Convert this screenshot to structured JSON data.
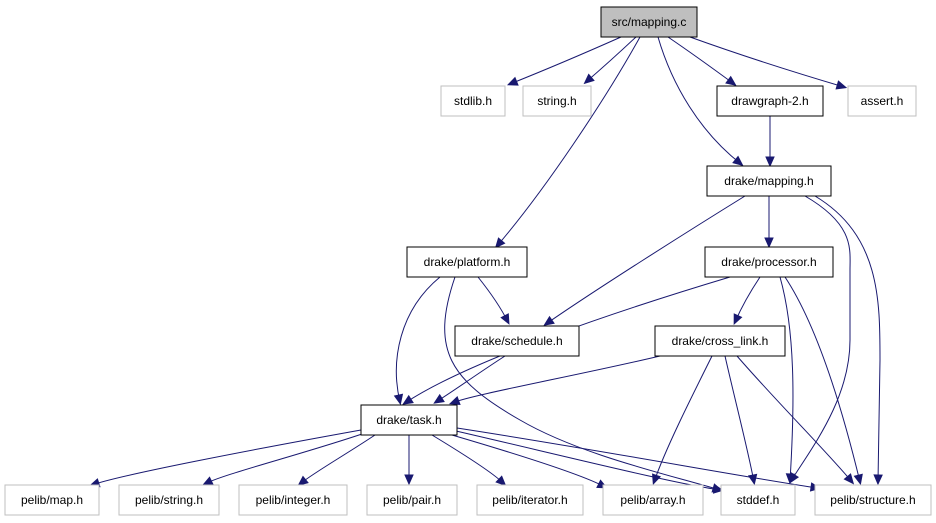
{
  "diagram": {
    "nodes": [
      {
        "id": "src_mapping_c",
        "label": "src/mapping.c",
        "style": "root"
      },
      {
        "id": "stdlib_h",
        "label": "stdlib.h",
        "style": "external"
      },
      {
        "id": "string_h",
        "label": "string.h",
        "style": "external"
      },
      {
        "id": "drawgraph_2_h",
        "label": "drawgraph-2.h",
        "style": "local"
      },
      {
        "id": "assert_h",
        "label": "assert.h",
        "style": "external"
      },
      {
        "id": "drake_mapping_h",
        "label": "drake/mapping.h",
        "style": "local"
      },
      {
        "id": "drake_platform_h",
        "label": "drake/platform.h",
        "style": "local"
      },
      {
        "id": "drake_processor_h",
        "label": "drake/processor.h",
        "style": "local"
      },
      {
        "id": "drake_schedule_h",
        "label": "drake/schedule.h",
        "style": "local"
      },
      {
        "id": "drake_cross_link_h",
        "label": "drake/cross_link.h",
        "style": "local"
      },
      {
        "id": "drake_task_h",
        "label": "drake/task.h",
        "style": "local"
      },
      {
        "id": "pelib_map_h",
        "label": "pelib/map.h",
        "style": "external"
      },
      {
        "id": "pelib_string_h",
        "label": "pelib/string.h",
        "style": "external"
      },
      {
        "id": "pelib_integer_h",
        "label": "pelib/integer.h",
        "style": "external"
      },
      {
        "id": "pelib_pair_h",
        "label": "pelib/pair.h",
        "style": "external"
      },
      {
        "id": "pelib_iterator_h",
        "label": "pelib/iterator.h",
        "style": "external"
      },
      {
        "id": "pelib_array_h",
        "label": "pelib/array.h",
        "style": "external"
      },
      {
        "id": "stddef_h",
        "label": "stddef.h",
        "style": "external"
      },
      {
        "id": "pelib_structure_h",
        "label": "pelib/structure.h",
        "style": "external"
      }
    ],
    "edges": [
      {
        "from": "src_mapping_c",
        "to": "stdlib_h"
      },
      {
        "from": "src_mapping_c",
        "to": "string_h"
      },
      {
        "from": "src_mapping_c",
        "to": "drawgraph_2_h"
      },
      {
        "from": "src_mapping_c",
        "to": "assert_h"
      },
      {
        "from": "src_mapping_c",
        "to": "drake_mapping_h"
      },
      {
        "from": "src_mapping_c",
        "to": "drake_platform_h"
      },
      {
        "from": "drawgraph_2_h",
        "to": "drake_mapping_h"
      },
      {
        "from": "drake_mapping_h",
        "to": "drake_processor_h"
      },
      {
        "from": "drake_mapping_h",
        "to": "drake_schedule_h"
      },
      {
        "from": "drake_mapping_h",
        "to": "stddef_h"
      },
      {
        "from": "drake_mapping_h",
        "to": "pelib_structure_h"
      },
      {
        "from": "drake_platform_h",
        "to": "drake_schedule_h"
      },
      {
        "from": "drake_platform_h",
        "to": "drake_task_h"
      },
      {
        "from": "drake_platform_h",
        "to": "stddef_h"
      },
      {
        "from": "drake_processor_h",
        "to": "drake_cross_link_h"
      },
      {
        "from": "drake_processor_h",
        "to": "drake_task_h"
      },
      {
        "from": "drake_processor_h",
        "to": "stddef_h"
      },
      {
        "from": "drake_processor_h",
        "to": "pelib_structure_h"
      },
      {
        "from": "drake_schedule_h",
        "to": "drake_task_h"
      },
      {
        "from": "drake_cross_link_h",
        "to": "drake_task_h"
      },
      {
        "from": "drake_cross_link_h",
        "to": "pelib_array_h"
      },
      {
        "from": "drake_cross_link_h",
        "to": "stddef_h"
      },
      {
        "from": "drake_cross_link_h",
        "to": "pelib_structure_h"
      },
      {
        "from": "drake_task_h",
        "to": "pelib_map_h"
      },
      {
        "from": "drake_task_h",
        "to": "pelib_string_h"
      },
      {
        "from": "drake_task_h",
        "to": "pelib_integer_h"
      },
      {
        "from": "drake_task_h",
        "to": "pelib_pair_h"
      },
      {
        "from": "drake_task_h",
        "to": "pelib_iterator_h"
      },
      {
        "from": "drake_task_h",
        "to": "pelib_array_h"
      },
      {
        "from": "drake_task_h",
        "to": "stddef_h"
      },
      {
        "from": "drake_task_h",
        "to": "pelib_structure_h"
      }
    ],
    "colors": {
      "edge": "#191970",
      "root_fill": "#bfbfbf",
      "root_border": "#000000",
      "local_fill": "#ffffff",
      "local_border": "#000000",
      "external_fill": "#ffffff",
      "external_border": "#bfbfbf"
    }
  }
}
